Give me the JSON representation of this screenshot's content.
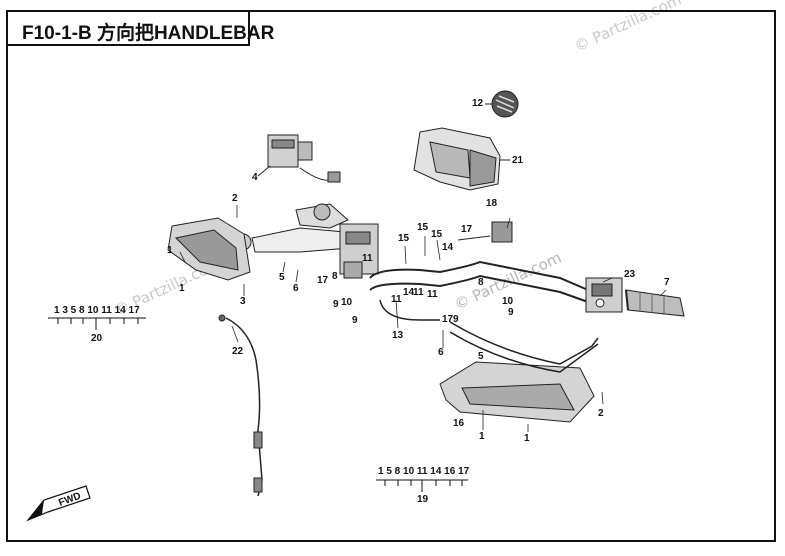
{
  "diagram": {
    "title": "F10-1-B 方向把HANDLEBAR",
    "watermarks": [
      "© Partzilla.com",
      "© Partzilla.com",
      "© Partzilla.com"
    ],
    "callouts": [
      {
        "id": "c12",
        "label": "12"
      },
      {
        "id": "c21",
        "label": "21"
      },
      {
        "id": "c4",
        "label": "4"
      },
      {
        "id": "c2a",
        "label": "2"
      },
      {
        "id": "c18",
        "label": "18"
      },
      {
        "id": "c17a",
        "label": "17"
      },
      {
        "id": "c15a",
        "label": "15"
      },
      {
        "id": "c15b",
        "label": "15"
      },
      {
        "id": "c15c",
        "label": "15"
      },
      {
        "id": "c14a",
        "label": "14"
      },
      {
        "id": "c1a",
        "label": "1"
      },
      {
        "id": "c1b",
        "label": "1"
      },
      {
        "id": "c5a",
        "label": "5"
      },
      {
        "id": "c6a",
        "label": "6"
      },
      {
        "id": "c3",
        "label": "3"
      },
      {
        "id": "c17b",
        "label": "17"
      },
      {
        "id": "c8a",
        "label": "8"
      },
      {
        "id": "c9a",
        "label": "9"
      },
      {
        "id": "c10a",
        "label": "10"
      },
      {
        "id": "c11a",
        "label": "11"
      },
      {
        "id": "c9b",
        "label": "9"
      },
      {
        "id": "c14b",
        "label": "14"
      },
      {
        "id": "c11b",
        "label": "11"
      },
      {
        "id": "c11c",
        "label": "11"
      },
      {
        "id": "c17c",
        "label": "17"
      },
      {
        "id": "c11d",
        "label": "11"
      },
      {
        "id": "c8b",
        "label": "8"
      },
      {
        "id": "c10b",
        "label": "10"
      },
      {
        "id": "c9c",
        "label": "9"
      },
      {
        "id": "c9d",
        "label": "9"
      },
      {
        "id": "c23",
        "label": "23"
      },
      {
        "id": "c7",
        "label": "7"
      },
      {
        "id": "c13",
        "label": "13"
      },
      {
        "id": "c6b",
        "label": "6"
      },
      {
        "id": "c5b",
        "label": "5"
      },
      {
        "id": "c22",
        "label": "22"
      },
      {
        "id": "c2b",
        "label": "2"
      },
      {
        "id": "c16",
        "label": "16"
      },
      {
        "id": "c1c",
        "label": "1"
      },
      {
        "id": "c1d",
        "label": "1"
      }
    ],
    "kits": [
      {
        "id": "kit20",
        "members": "1 3 5 8 10 11 14 17",
        "number": "20"
      },
      {
        "id": "kit19",
        "members": "1 5 8 10 11 14 16 17",
        "number": "19"
      }
    ],
    "fwd_label": "FWD"
  }
}
